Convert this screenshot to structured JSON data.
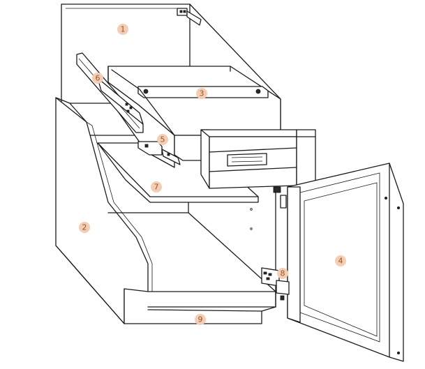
{
  "callouts": [
    {
      "number": "1"
    },
    {
      "number": "2"
    },
    {
      "number": "3"
    },
    {
      "number": "4"
    },
    {
      "number": "5"
    },
    {
      "number": "6"
    },
    {
      "number": "7"
    },
    {
      "number": "8"
    },
    {
      "number": "9"
    }
  ],
  "colors": {
    "badge_fill": "#f6cdb3",
    "badge_text": "#8a5a3a",
    "line": "#1a1a1a"
  }
}
